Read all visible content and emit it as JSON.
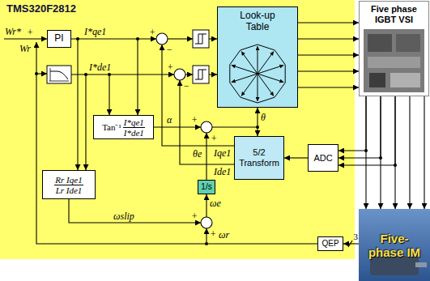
{
  "diagram": {
    "nodes": [
      {
        "text": [
          "TMS320F2812"
        ]
      },
      {
        "text": [
          "PI"
        ],
        "in": 0
      },
      {
        "text": [
          "Look-up Table"
        ],
        "in": 0
      },
      {
        "text": [
          "Tan⁻¹",
          "I*qe1",
          "I*de1"
        ],
        "in": 0
      },
      {
        "text": [
          "5/2 Transform"
        ],
        "in": 0
      },
      {
        "text": [
          "ADC"
        ],
        "in": 0
      },
      {
        "text": [
          "Rr Iqe1",
          "Lr Ide1"
        ],
        "in": 0
      },
      {
        "text": [
          "1/s"
        ],
        "in": 0
      },
      {
        "text": [
          "QEP"
        ],
        "in": 0
      },
      {
        "text": [
          "Five phase IGBT VSI"
        ]
      },
      {
        "text": [
          "Five-phase IM"
        ]
      }
    ],
    "edges": [
      {
        "from": 2,
        "to": 9,
        "arrow": "to"
      },
      {
        "from": 2,
        "to": 9,
        "arrow": "to"
      },
      {
        "from": 2,
        "to": 9,
        "arrow": "to"
      },
      {
        "from": 2,
        "to": 9,
        "arrow": "to"
      },
      {
        "from": 2,
        "to": 9,
        "arrow": "to"
      },
      {
        "from": 9,
        "to": 10,
        "arrow": "to"
      },
      {
        "from": 9,
        "to": 10,
        "arrow": "to"
      },
      {
        "from": 9,
        "to": 10,
        "arrow": "to"
      },
      {
        "from": 9,
        "to": 10,
        "arrow": "to"
      },
      {
        "from": 9,
        "to": 10,
        "arrow": "to"
      },
      {
        "from": 9,
        "to": 5,
        "arrow": "to"
      },
      {
        "from": 9,
        "to": 5,
        "arrow": "to"
      },
      {
        "from": 9,
        "to": 5,
        "arrow": "to"
      },
      {
        "from": 5,
        "to": 4,
        "arrow": "to"
      },
      {
        "from": 10,
        "to": 8,
        "arrow": "to",
        "label": "3"
      }
    ],
    "labels": [
      "Wr*",
      "+",
      "Wr",
      "I*qe1",
      "I*de1",
      "+",
      "−",
      "+",
      "−",
      "α",
      "+",
      "+",
      "θe",
      "θ",
      "Iqe1",
      "Ide1",
      "ωslip",
      "+",
      "ωe",
      "+",
      "ωr"
    ]
  }
}
